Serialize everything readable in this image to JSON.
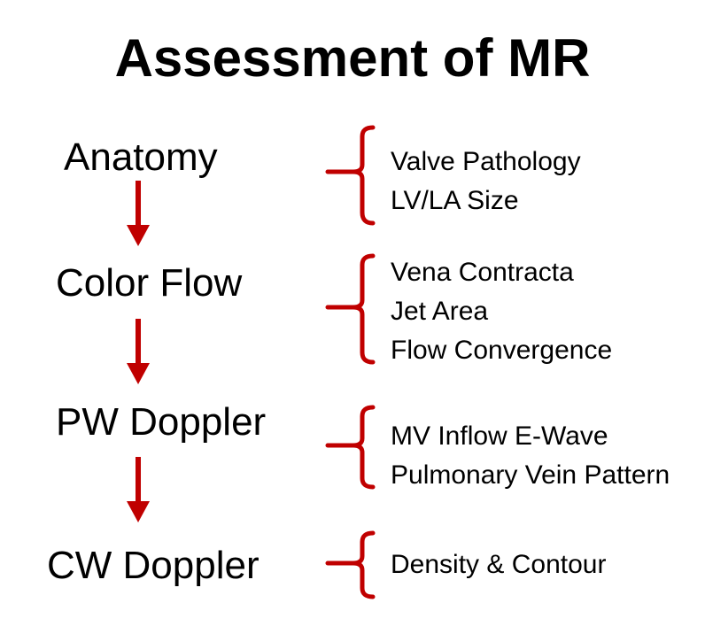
{
  "title": "Assessment of MR",
  "colors": {
    "arrow": "#C00000",
    "bracket": "#C00000",
    "text": "#000000",
    "background": "#FFFFFF"
  },
  "steps": [
    {
      "label": "Anatomy",
      "details": [
        "Valve Pathology",
        "LV/LA Size"
      ]
    },
    {
      "label": "Color Flow",
      "details": [
        "Vena Contracta",
        "Jet Area",
        "Flow Convergence"
      ]
    },
    {
      "label": "PW Doppler",
      "details": [
        "MV Inflow E-Wave",
        "Pulmonary Vein Pattern"
      ]
    },
    {
      "label": "CW Doppler",
      "details": [
        "Density & Contour"
      ]
    }
  ]
}
